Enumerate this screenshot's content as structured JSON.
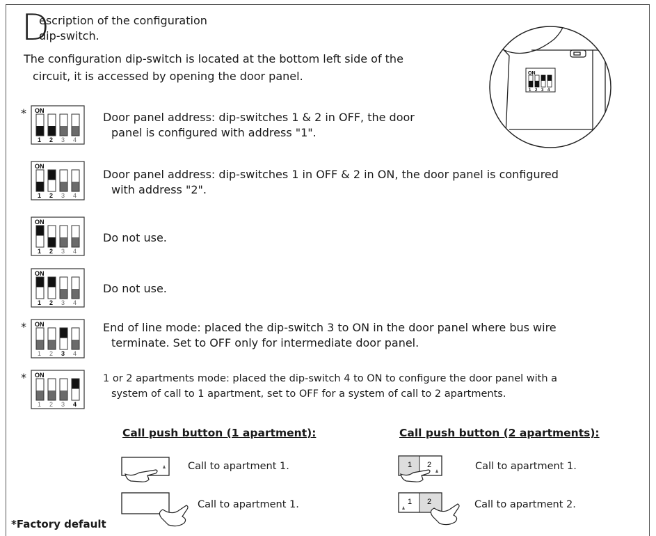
{
  "title": {
    "dropcap": "D",
    "line1": "escription of the configuration",
    "line2": "dip-switch."
  },
  "intro": {
    "line1": "The configuration dip-switch is located at the bottom left side of the",
    "line2": "circuit, it is accessed by opening the door panel."
  },
  "dip_label_on": "ON",
  "rows": [
    {
      "star": "*",
      "line1": "Door panel address: dip-switches 1 & 2 in OFF, the door",
      "line2": "panel is configured with address \"1\".",
      "switches": [
        "off",
        "off",
        "na",
        "na"
      ],
      "bold": [
        1,
        2
      ]
    },
    {
      "star": "",
      "line1": "Door panel address: dip-switches 1 in OFF & 2 in ON, the door panel is configured",
      "line2": "with address \"2\".",
      "switches": [
        "off",
        "on",
        "na",
        "na"
      ],
      "bold": [
        1,
        2
      ]
    },
    {
      "star": "",
      "line1": "Do not use.",
      "line2": "",
      "switches": [
        "on",
        "off",
        "na",
        "na"
      ],
      "bold": [
        1,
        2
      ]
    },
    {
      "star": "",
      "line1": "Do not use.",
      "line2": "",
      "switches": [
        "on",
        "on",
        "na",
        "na"
      ],
      "bold": [
        1,
        2
      ]
    },
    {
      "star": "*",
      "line1": "End of line mode: placed the dip-switch 3 to ON in the door panel where bus wire",
      "line2": "terminate. Set to OFF only for intermediate door panel.",
      "switches": [
        "na",
        "na",
        "on",
        "na"
      ],
      "bold": [
        3
      ]
    },
    {
      "star": "*",
      "line1": "1 or 2 apartments mode: placed the dip-switch 4 to ON to configure the door panel with a",
      "line2": "system of call to 1 apartment, set to OFF for a system of call to 2 apartments.",
      "switches": [
        "na",
        "na",
        "na",
        "on"
      ],
      "bold": [
        4
      ]
    }
  ],
  "call_buttons": {
    "one_apartment": {
      "heading": "Call push button (1 apartment):",
      "items": [
        "Call to apartment 1.",
        "Call to apartment 1."
      ]
    },
    "two_apartments": {
      "heading": "Call push button (2 apartments):",
      "items": [
        "Call to apartment 1.",
        "Call to apartment 2."
      ],
      "key_labels": [
        "1",
        "2"
      ]
    }
  },
  "footer": "*Factory default",
  "colors": {
    "dark": "#111111",
    "grey": "#6b6b6b",
    "line": "#333333"
  }
}
